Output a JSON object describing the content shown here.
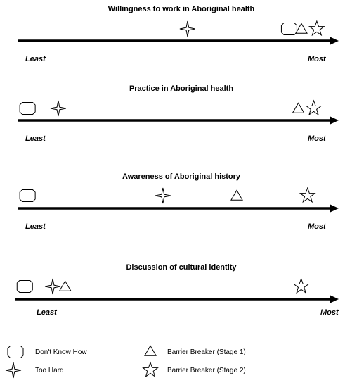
{
  "panels": [
    {
      "title": "Willingness to work in Aboriginal health",
      "least_label": "Least",
      "most_label": "Most",
      "markers": [
        {
          "symbol": "too-hard",
          "position": 0.55
        },
        {
          "symbol": "dont-know-how",
          "position": 0.88
        },
        {
          "symbol": "barrier-breaker-stage-1",
          "position": 0.92
        },
        {
          "symbol": "barrier-breaker-stage-2",
          "position": 0.97
        }
      ]
    },
    {
      "title": "Practice in Aboriginal health",
      "least_label": "Least",
      "most_label": "Most",
      "markers": [
        {
          "symbol": "dont-know-how",
          "position": 0.03
        },
        {
          "symbol": "too-hard",
          "position": 0.13
        },
        {
          "symbol": "barrier-breaker-stage-1",
          "position": 0.91
        },
        {
          "symbol": "barrier-breaker-stage-2",
          "position": 0.96
        }
      ]
    },
    {
      "title": "Awareness of Aboriginal history",
      "least_label": "Least",
      "most_label": "Most",
      "markers": [
        {
          "symbol": "dont-know-how",
          "position": 0.03
        },
        {
          "symbol": "too-hard",
          "position": 0.47
        },
        {
          "symbol": "barrier-breaker-stage-1",
          "position": 0.71
        },
        {
          "symbol": "barrier-breaker-stage-2",
          "position": 0.94
        }
      ]
    },
    {
      "title": "Discussion of cultural identity",
      "least_label": "Least",
      "most_label": "Most",
      "markers": [
        {
          "symbol": "dont-know-how",
          "position": 0.03
        },
        {
          "symbol": "too-hard",
          "position": 0.12
        },
        {
          "symbol": "barrier-breaker-stage-1",
          "position": 0.16
        },
        {
          "symbol": "barrier-breaker-stage-2",
          "position": 0.92
        }
      ]
    }
  ],
  "legend": [
    {
      "symbol": "dont-know-how",
      "label": "Don't Know How"
    },
    {
      "symbol": "barrier-breaker-stage-1",
      "label": "Barrier Breaker (Stage 1)"
    },
    {
      "symbol": "too-hard",
      "label": "Too Hard"
    },
    {
      "symbol": "barrier-breaker-stage-2",
      "label": "Barrier Breaker (Stage 2)"
    }
  ]
}
